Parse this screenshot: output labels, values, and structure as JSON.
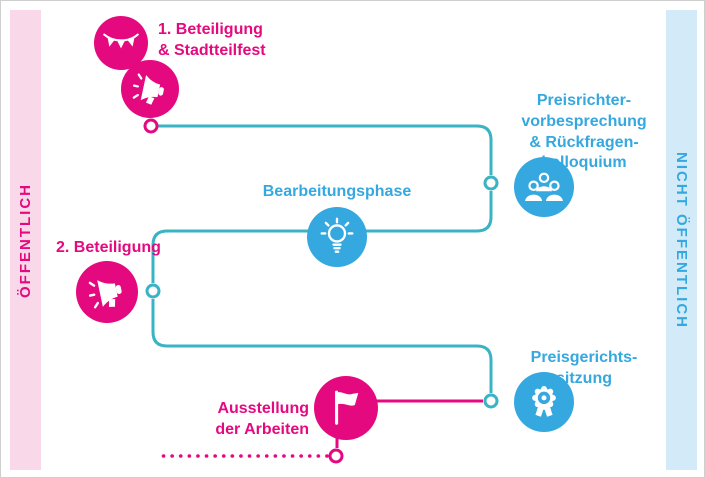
{
  "bands": {
    "left": {
      "label": "ÖFFENTLICH",
      "text_color": "#e5097f",
      "background": "#f9d8e9"
    },
    "right": {
      "label": "NICHT ÖFFENTLICH",
      "text_color": "#35a8e0",
      "background": "#d3ebf8"
    }
  },
  "colors": {
    "pink": "#e5097f",
    "blue": "#35a8e0",
    "connector_teal": "#3ab3c4",
    "band_pink": "#f9d8e9",
    "band_blue": "#d3ebf8"
  },
  "steps": [
    {
      "label": "1. Beteiligung\n& Stadtteilfest",
      "color": "pink",
      "icons": [
        "bunting-icon",
        "megaphone-icon"
      ]
    },
    {
      "label": "Preisrichter-\nvorbesprechung\n& Rückfragen-\nkolloquium",
      "color": "blue",
      "icons": [
        "jury-people-icon"
      ]
    },
    {
      "label": "Bearbeitungsphase",
      "color": "blue",
      "icons": [
        "lightbulb-icon"
      ]
    },
    {
      "label": "2. Beteiligung",
      "color": "pink",
      "icons": [
        "megaphone-icon"
      ]
    },
    {
      "label": "Preisgerichts-\nsitzung",
      "color": "blue",
      "icons": [
        "medal-icon"
      ]
    },
    {
      "label": "Ausstellung\nder Arbeiten",
      "color": "pink",
      "icons": [
        "flag-icon"
      ]
    }
  ]
}
